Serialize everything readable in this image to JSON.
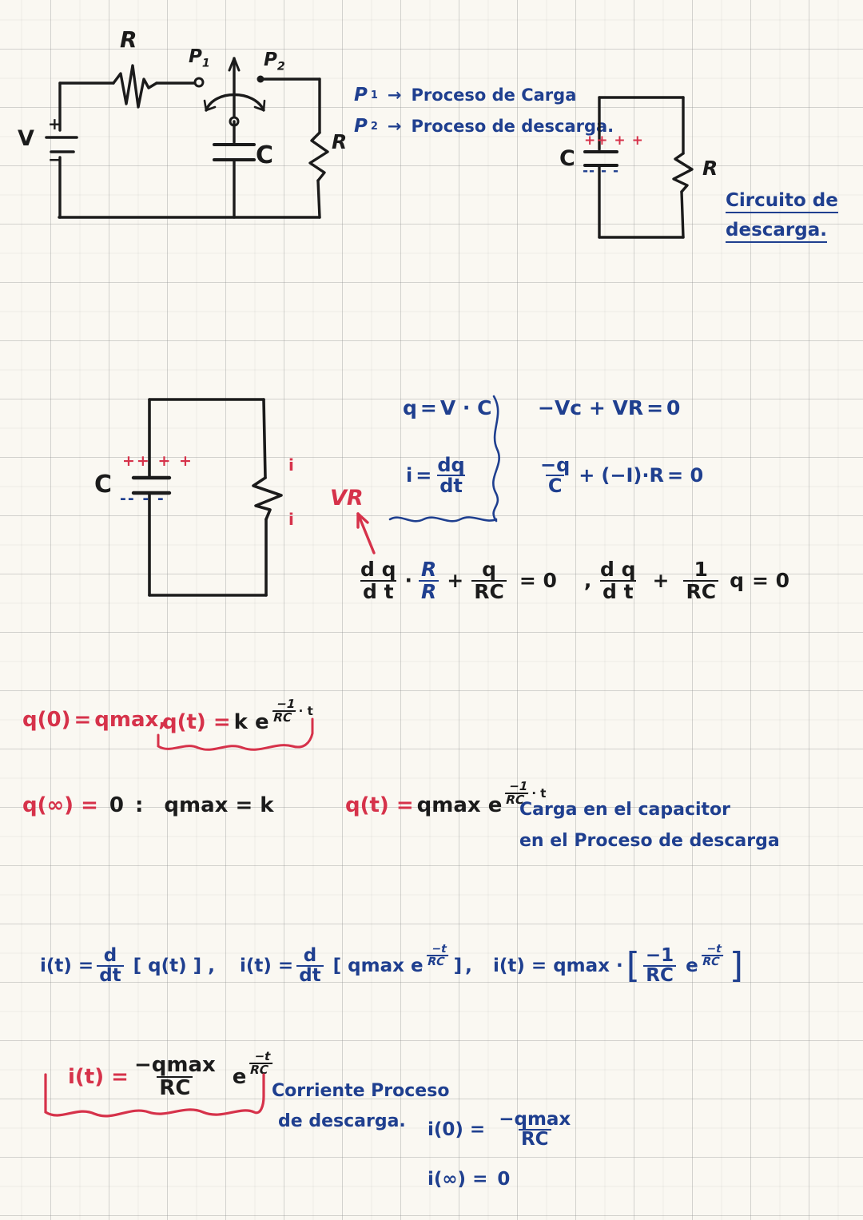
{
  "page": {
    "title": "Handwritten physics notes — RC discharge circuit",
    "paper": "graph-paper",
    "ink_colors": {
      "pen": "#1b1b1b",
      "blue": "#1f3f8f",
      "red": "#d6324a"
    },
    "paper_color": "#faf8f2",
    "grid_color": "#969696"
  },
  "circuit_charging": {
    "label_resistor_top": "R",
    "label_source": "V",
    "label_plus": "+",
    "label_minus": "−",
    "label_switch_p1": "P",
    "label_switch_p1_sub": "1",
    "label_switch_p2": "P",
    "label_switch_p2_sub": "2",
    "label_capacitor": "C",
    "label_resistor_right": "R"
  },
  "legend": {
    "line1": "P₁ → Proceso de Carga",
    "line2": "P₂ → Proceso de descarga.",
    "p1_symbol": "P",
    "p1_sub": "1",
    "p1_arrow": "→",
    "p1_text": "Proceso de Carga",
    "p2_symbol": "P",
    "p2_sub": "2",
    "p2_arrow": "→",
    "p2_text": "Proceso de descarga."
  },
  "circuit_discharge_small": {
    "label_capacitor": "C",
    "label_resistor": "R",
    "plus_charges": "++  + +",
    "minus_charges": "--  - -",
    "caption_line1": "Circuito de",
    "caption_line2": "descarga."
  },
  "circuit_discharge_big": {
    "label_capacitor": "C",
    "plus_charges": "++  + +",
    "minus_charges": "--  - -",
    "current_top": "i",
    "current_bottom": "i",
    "vr_label": "VR"
  },
  "equations_block1": {
    "eq1": "q = V · C",
    "eq1_lhs": "q",
    "eq1_rhs": "V · C",
    "eq2_lhs": "i",
    "eq2_num": "dq",
    "eq2_den": "dt",
    "kvl": "−Vc + VR = 0",
    "kvl_lhs": "−Vc + VR",
    "kvl_rhs": "0",
    "ohm_num": "−q",
    "ohm_den": "C",
    "ohm_plus": "+",
    "ohm_term": "(−I)·R",
    "ohm_eq": "= 0"
  },
  "equations_ode": {
    "left_num": "d q",
    "left_den": "d t",
    "left_dot": "·",
    "left_frac2_num": "R",
    "left_frac2_den": "R",
    "left_plus": "+",
    "left_frac3_num": "q",
    "left_frac3_den": "RC",
    "left_eq": "= 0",
    "comma": ",",
    "right_num": "d q",
    "right_den": "d t",
    "right_plus": "+",
    "right_frac_num": "1",
    "right_frac_den": "RC",
    "right_q": "q",
    "right_eq": "= 0"
  },
  "solution": {
    "initial_cond": "q(0) = qmax,",
    "initial_lhs": "q(0)",
    "initial_rhs": "qmax,",
    "general_lhs": "q(t) =",
    "general_rhs": "k e",
    "general_exp_num": "−1",
    "general_exp_den": "RC",
    "general_exp_t": "· t",
    "limit_lhs": "q(∞) =",
    "limit_mid": "0",
    "limit_colon": ":",
    "limit_rhs": "qmax = k",
    "final_lhs": "q(t) =",
    "final_rhs": "qmax e",
    "final_exp_num": "−1",
    "final_exp_den": "RC",
    "final_exp_t": "· t",
    "note_line1": "Carga en el capacitor",
    "note_line2": "en el Proceso de descarga"
  },
  "current_derivation": {
    "step1_lhs": "i(t) =",
    "step1_num": "d",
    "step1_den": "dt",
    "step1_bracket": "[ q(t) ]",
    "comma1": ",",
    "step2_lhs": "i(t) =",
    "step2_num": "d",
    "step2_den": "dt",
    "step2_bracket_open": "[ qmax e",
    "step2_exp_num": "−t",
    "step2_exp_den": "RC",
    "step2_bracket_close": "]",
    "comma2": ",",
    "step3_lhs": "i(t) = qmax ·",
    "step3_bracket_open": "[",
    "step3_frac_num": "−1",
    "step3_frac_den": "RC",
    "step3_e": "e",
    "step3_exp_num": "−t",
    "step3_exp_den": "RC",
    "step3_bracket_close": "]"
  },
  "current_result": {
    "lhs": "i(t) =",
    "num": "−qmax",
    "den": "RC",
    "e": "e",
    "exp_num": "−t",
    "exp_den": "RC",
    "note_line1": "Corriente Proceso",
    "note_line2": "de descarga.",
    "i0_lhs": "i(0) =",
    "i0_num": "−qmax",
    "i0_den": "RC",
    "iinf_lhs": "i(∞) =",
    "iinf_rhs": "0"
  }
}
